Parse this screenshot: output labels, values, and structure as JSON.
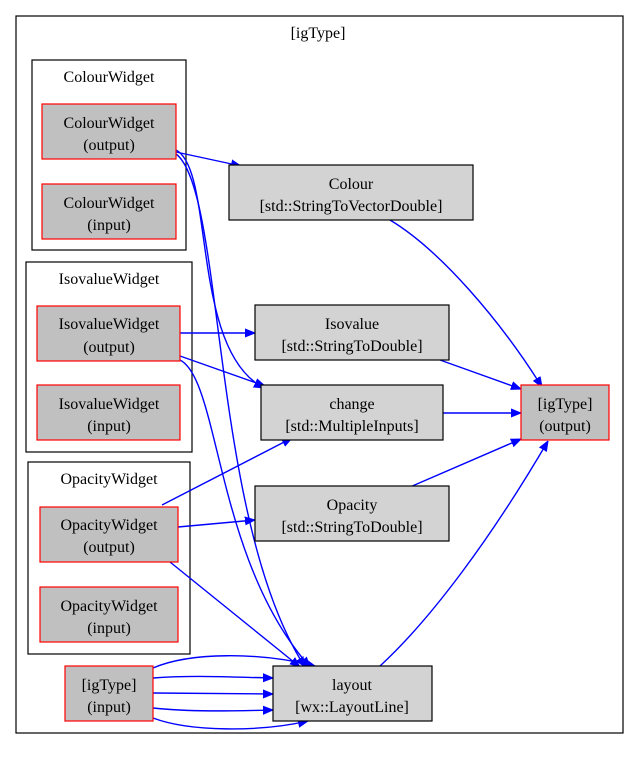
{
  "graph": {
    "title": "[igType]",
    "clusters": [
      {
        "id": "colour",
        "title": "ColourWidget"
      },
      {
        "id": "isovalue",
        "title": "IsovalueWidget"
      },
      {
        "id": "opacity",
        "title": "OpacityWidget"
      }
    ],
    "port_nodes": [
      {
        "id": "colour_out",
        "line1": "ColourWidget",
        "line2": "(output)"
      },
      {
        "id": "colour_in",
        "line1": "ColourWidget",
        "line2": "(input)"
      },
      {
        "id": "iso_out",
        "line1": "IsovalueWidget",
        "line2": "(output)"
      },
      {
        "id": "iso_in",
        "line1": "IsovalueWidget",
        "line2": "(input)"
      },
      {
        "id": "opac_out",
        "line1": "OpacityWidget",
        "line2": "(output)"
      },
      {
        "id": "opac_in",
        "line1": "OpacityWidget",
        "line2": "(input)"
      },
      {
        "id": "ig_in",
        "line1": "[igType]",
        "line2": "(input)"
      },
      {
        "id": "ig_out",
        "line1": "[igType]",
        "line2": "(output)"
      }
    ],
    "process_nodes": [
      {
        "id": "colour_conv",
        "line1": "Colour",
        "line2": "[std::StringToVectorDouble]"
      },
      {
        "id": "iso_conv",
        "line1": "Isovalue",
        "line2": "[std::StringToDouble]"
      },
      {
        "id": "change",
        "line1": "change",
        "line2": "[std::MultipleInputs]"
      },
      {
        "id": "opac_conv",
        "line1": "Opacity",
        "line2": "[std::StringToDouble]"
      },
      {
        "id": "layout",
        "line1": "layout",
        "line2": "[wx::LayoutLine]"
      }
    ],
    "colors": {
      "edge": "#0000ff",
      "port_border": "#ff0000",
      "port_fill": "#c0c0c0",
      "node_fill": "#d3d3d3",
      "node_border": "#000000"
    }
  }
}
